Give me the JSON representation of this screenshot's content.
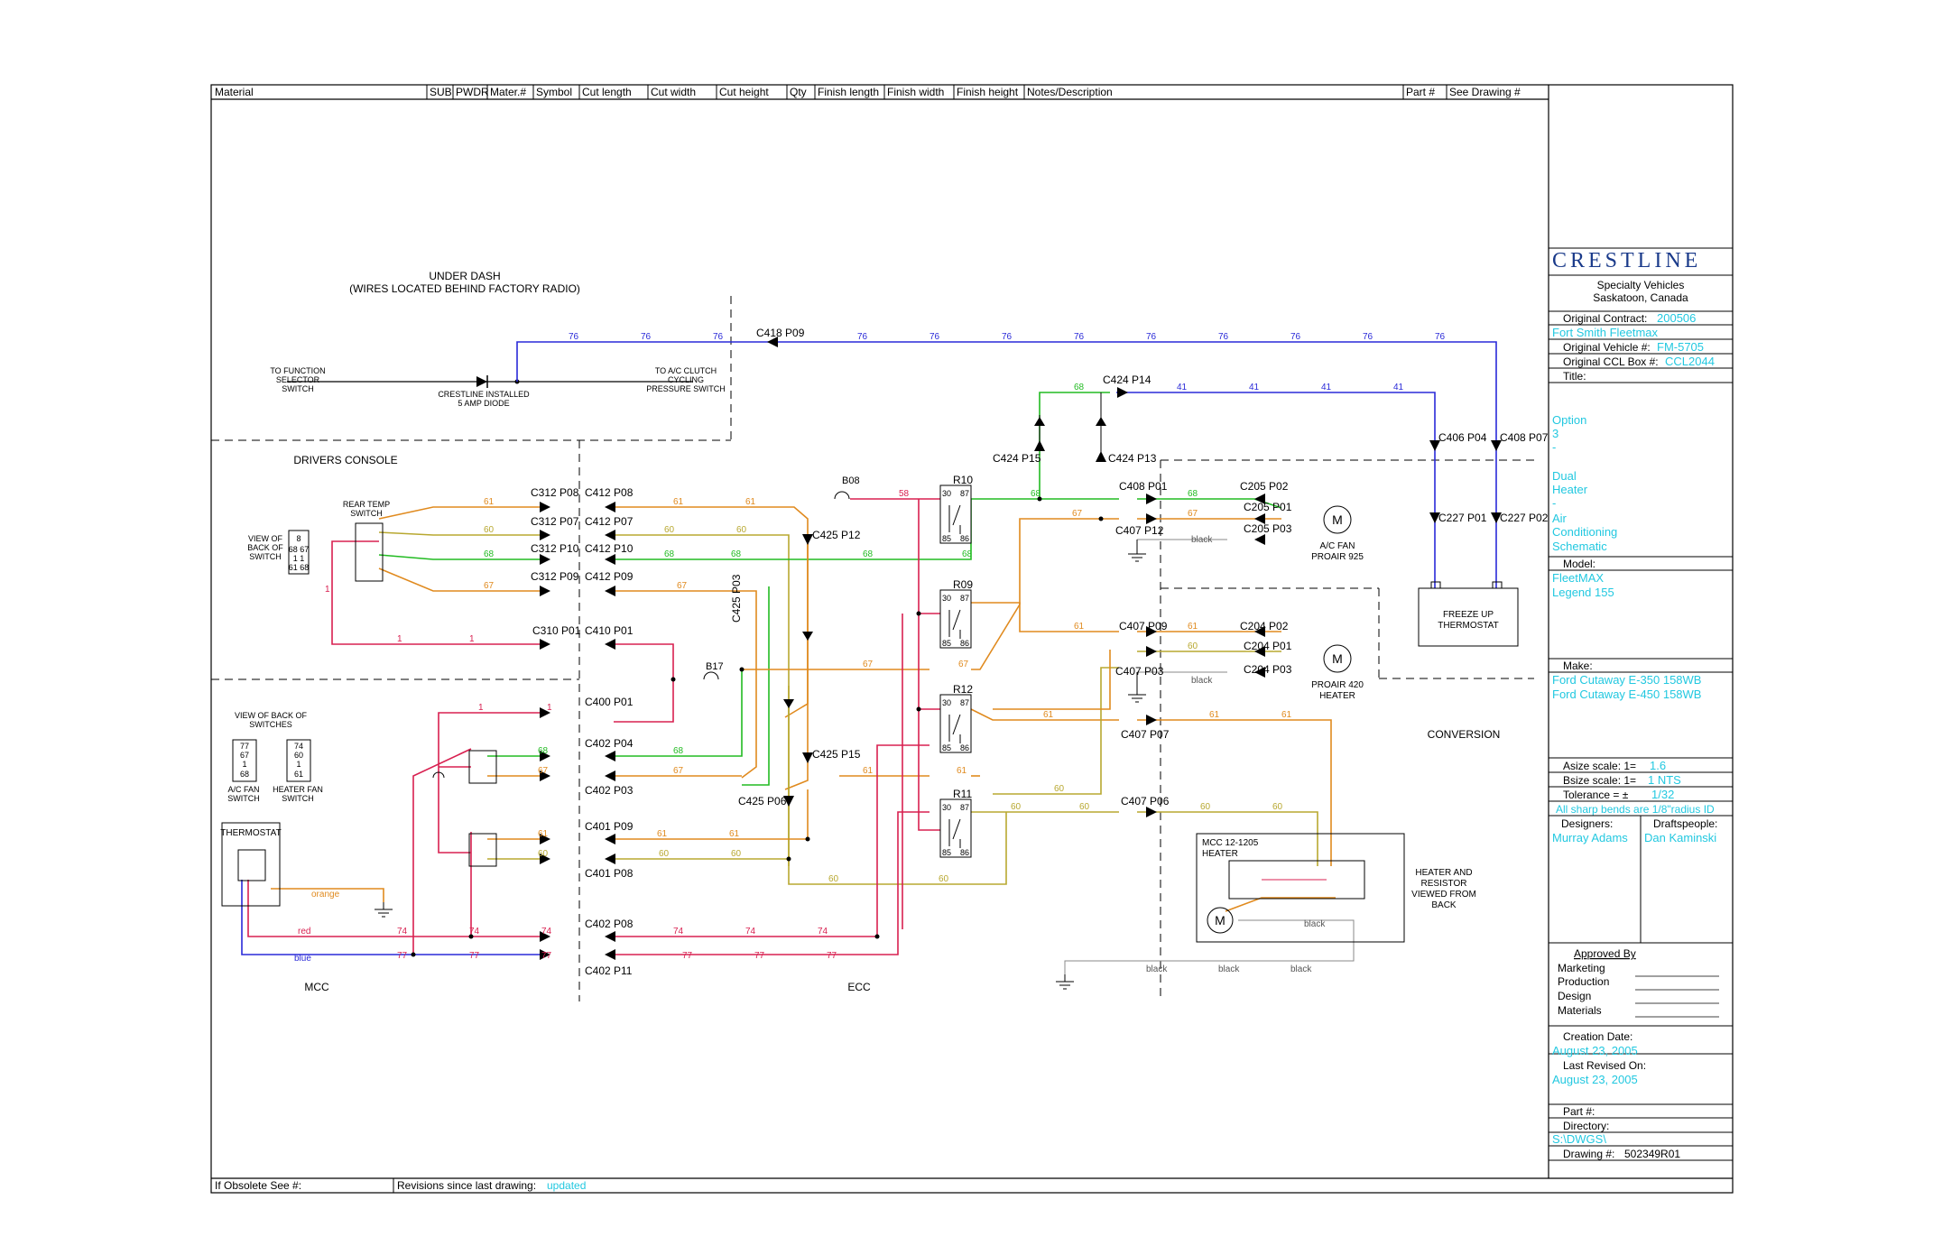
{
  "colors": {
    "wire_blue": "#2a2ad8",
    "wire_green": "#22bb22",
    "wire_orange": "#e08a1e",
    "wire_red": "#d82050",
    "wire_yellow": "#b8a830",
    "wire_gray": "#888888",
    "cyan_text": "#22c8e0",
    "logo_blue": "#1a3a8a"
  },
  "header": {
    "material": "Material",
    "sub": "SUB",
    "pwdr": "PWDR",
    "mater": "Mater.#",
    "symbol": "Symbol",
    "cut_length": "Cut length",
    "cut_width": "Cut width",
    "cut_height": "Cut height",
    "qty": "Qty",
    "finish_length": "Finish length",
    "finish_width": "Finish width",
    "finish_height": "Finish height",
    "notes": "Notes/Description",
    "part": "Part #",
    "see_drawing": "See Drawing #"
  },
  "footer": {
    "obsolete": "If Obsolete See #:",
    "revisions_label": "Revisions since last drawing:",
    "revisions_value": "updated"
  },
  "title_block": {
    "logo": "CRESTLINE",
    "company_line1": "Specialty Vehicles",
    "company_line2": "Saskatoon, Canada",
    "contract_label": "Original Contract:",
    "contract_value": "200506",
    "fleet": "Fort Smith Fleetmax",
    "vehicle_label": "Original Vehicle #:",
    "vehicle_value": "FM-5705",
    "ccl_label": "Original CCL Box #:",
    "ccl_value": "CCL2044",
    "title_label": "Title:",
    "title_lines": [
      "Option",
      "3",
      "-",
      "Dual",
      "Heater",
      "-",
      "Air",
      "Conditioning",
      "Schematic"
    ],
    "model_label": "Model:",
    "model_lines": [
      "FleetMAX",
      "Legend 155"
    ],
    "make_label": "Make:",
    "make_lines": [
      "Ford Cutaway E-350 158WB",
      "Ford Cutaway E-450 158WB"
    ],
    "asize_label": "Asize scale: 1=",
    "asize_value": "1.6",
    "bsize_label": "Bsize scale: 1=",
    "bsize_value": "1 NTS",
    "tolerance_label": "Tolerance = ±",
    "tolerance_value": "1/32",
    "bends_note": "All sharp bends are 1/8\"radius ID",
    "designers_label": "Designers:",
    "designers_value": "Murray Adams",
    "drafts_label": "Draftspeople:",
    "drafts_value": "Dan Kaminski",
    "approved_label": "Approved By",
    "approvals": [
      "Marketing",
      "Production",
      "Design",
      "Materials"
    ],
    "creation_label": "Creation Date:",
    "creation_value": "August 23, 2005",
    "revised_label": "Last Revised On:",
    "revised_value": "August 23, 2005",
    "part_label": "Part #:",
    "directory_label": "Directory:",
    "directory_value": "S:\\DWGS\\",
    "drawing_label": "Drawing #:",
    "drawing_value": "502349R01"
  },
  "zones": {
    "under_dash_1": "UNDER DASH",
    "under_dash_2": "(WIRES LOCATED BEHIND FACTORY RADIO)",
    "drivers_console": "DRIVERS CONSOLE",
    "mcc": "MCC",
    "ecc": "ECC",
    "conversion": "CONVERSION"
  },
  "labels": {
    "to_function_1": "TO FUNCTION",
    "to_function_2": "SELECTOR",
    "to_function_3": "SWITCH",
    "diode_1": "CRESTLINE INSTALLED",
    "diode_2": "5 AMP DIODE",
    "to_ac_1": "TO A/C CLUTCH",
    "to_ac_2": "CYCLING",
    "to_ac_3": "PRESSURE SWITCH",
    "rear_temp_1": "REAR TEMP",
    "rear_temp_2": "SWITCH",
    "view_back_1": "VIEW OF",
    "view_back_2": "BACK OF",
    "view_back_3": "SWITCH",
    "view_switches_1": "VIEW OF BACK OF",
    "view_switches_2": "SWITCHES",
    "ac_fan_sw_1": "A/C FAN",
    "ac_fan_sw_2": "SWITCH",
    "heater_fan_sw_1": "HEATER FAN",
    "heater_fan_sw_2": "SWITCH",
    "thermostat": "THERMOSTAT",
    "orange": "orange",
    "red": "red",
    "blue": "blue",
    "black": "black",
    "ac_fan_1": "A/C FAN",
    "ac_fan_2": "PROAIR 925",
    "heater_1": "PROAIR 420",
    "heater_2": "HEATER",
    "freeze_1": "FREEZE UP",
    "freeze_2": "THERMOSTAT",
    "mcc_heater_1": "MCC 12-1205",
    "mcc_heater_2": "HEATER",
    "resistor_1": "HEATER AND",
    "resistor_2": "RESISTOR",
    "resistor_3": "VIEWED FROM",
    "resistor_4": "BACK",
    "motor": "M",
    "relay_r10": "R10",
    "relay_r09": "R09",
    "relay_r12": "R12",
    "relay_r11": "R11",
    "splice_b08": "B08",
    "splice_b17": "B17"
  },
  "connectors": {
    "c418p09": "C418 P09",
    "c424p14": "C424 P14",
    "c424p15": "C424 P15",
    "c424p13": "C424 P13",
    "c406p04": "C406 P04",
    "c408p07": "C408 P07",
    "c227p01": "C227 P01",
    "c227p02": "C227 P02",
    "c312p08": "C312 P08",
    "c312p07": "C312 P07",
    "c312p10": "C312 P10",
    "c312p09": "C312 P09",
    "c412p08": "C412 P08",
    "c412p07": "C412 P07",
    "c412p10": "C412 P10",
    "c412p09": "C412 P09",
    "c310p01": "C310 P01",
    "c410p01": "C410 P01",
    "c400p01": "C400 P01",
    "c402p04": "C402 P04",
    "c402p03": "C402 P03",
    "c401p09": "C401 P09",
    "c401p08": "C401 P08",
    "c402p08": "C402 P08",
    "c402p11": "C402 P11",
    "c425p12": "C425 P12",
    "c425p03": "C425 P03",
    "c425p15": "C425 P15",
    "c425p06": "C425 P06",
    "c408p01": "C408 P01",
    "c407p12": "C407 P12",
    "c407p09": "C407 P09",
    "c407p03": "C407 P03",
    "c407p07": "C407 P07",
    "c407p06": "C407 P06",
    "c205p02": "C205 P02",
    "c205p01": "C205 P01",
    "c205p03": "C205 P03",
    "c204p02": "C204 P02",
    "c204p01": "C204 P01",
    "c204p03": "C204 P03"
  },
  "wire_numbers": {
    "w76": "76",
    "w41": "41",
    "w68": "68",
    "w61": "61",
    "w60": "60",
    "w67": "67",
    "w1": "1",
    "w77": "77",
    "w74": "74",
    "w58": "58"
  },
  "pins": {
    "p30": "30",
    "p87": "87",
    "p85": "85",
    "p86": "86",
    "sw_ac": [
      "77",
      "67",
      "1",
      "68"
    ],
    "sw_ht": [
      "74",
      "60",
      "1",
      "61"
    ],
    "sw_rear": [
      "8",
      "68 67",
      "1 1",
      "61 68"
    ]
  }
}
